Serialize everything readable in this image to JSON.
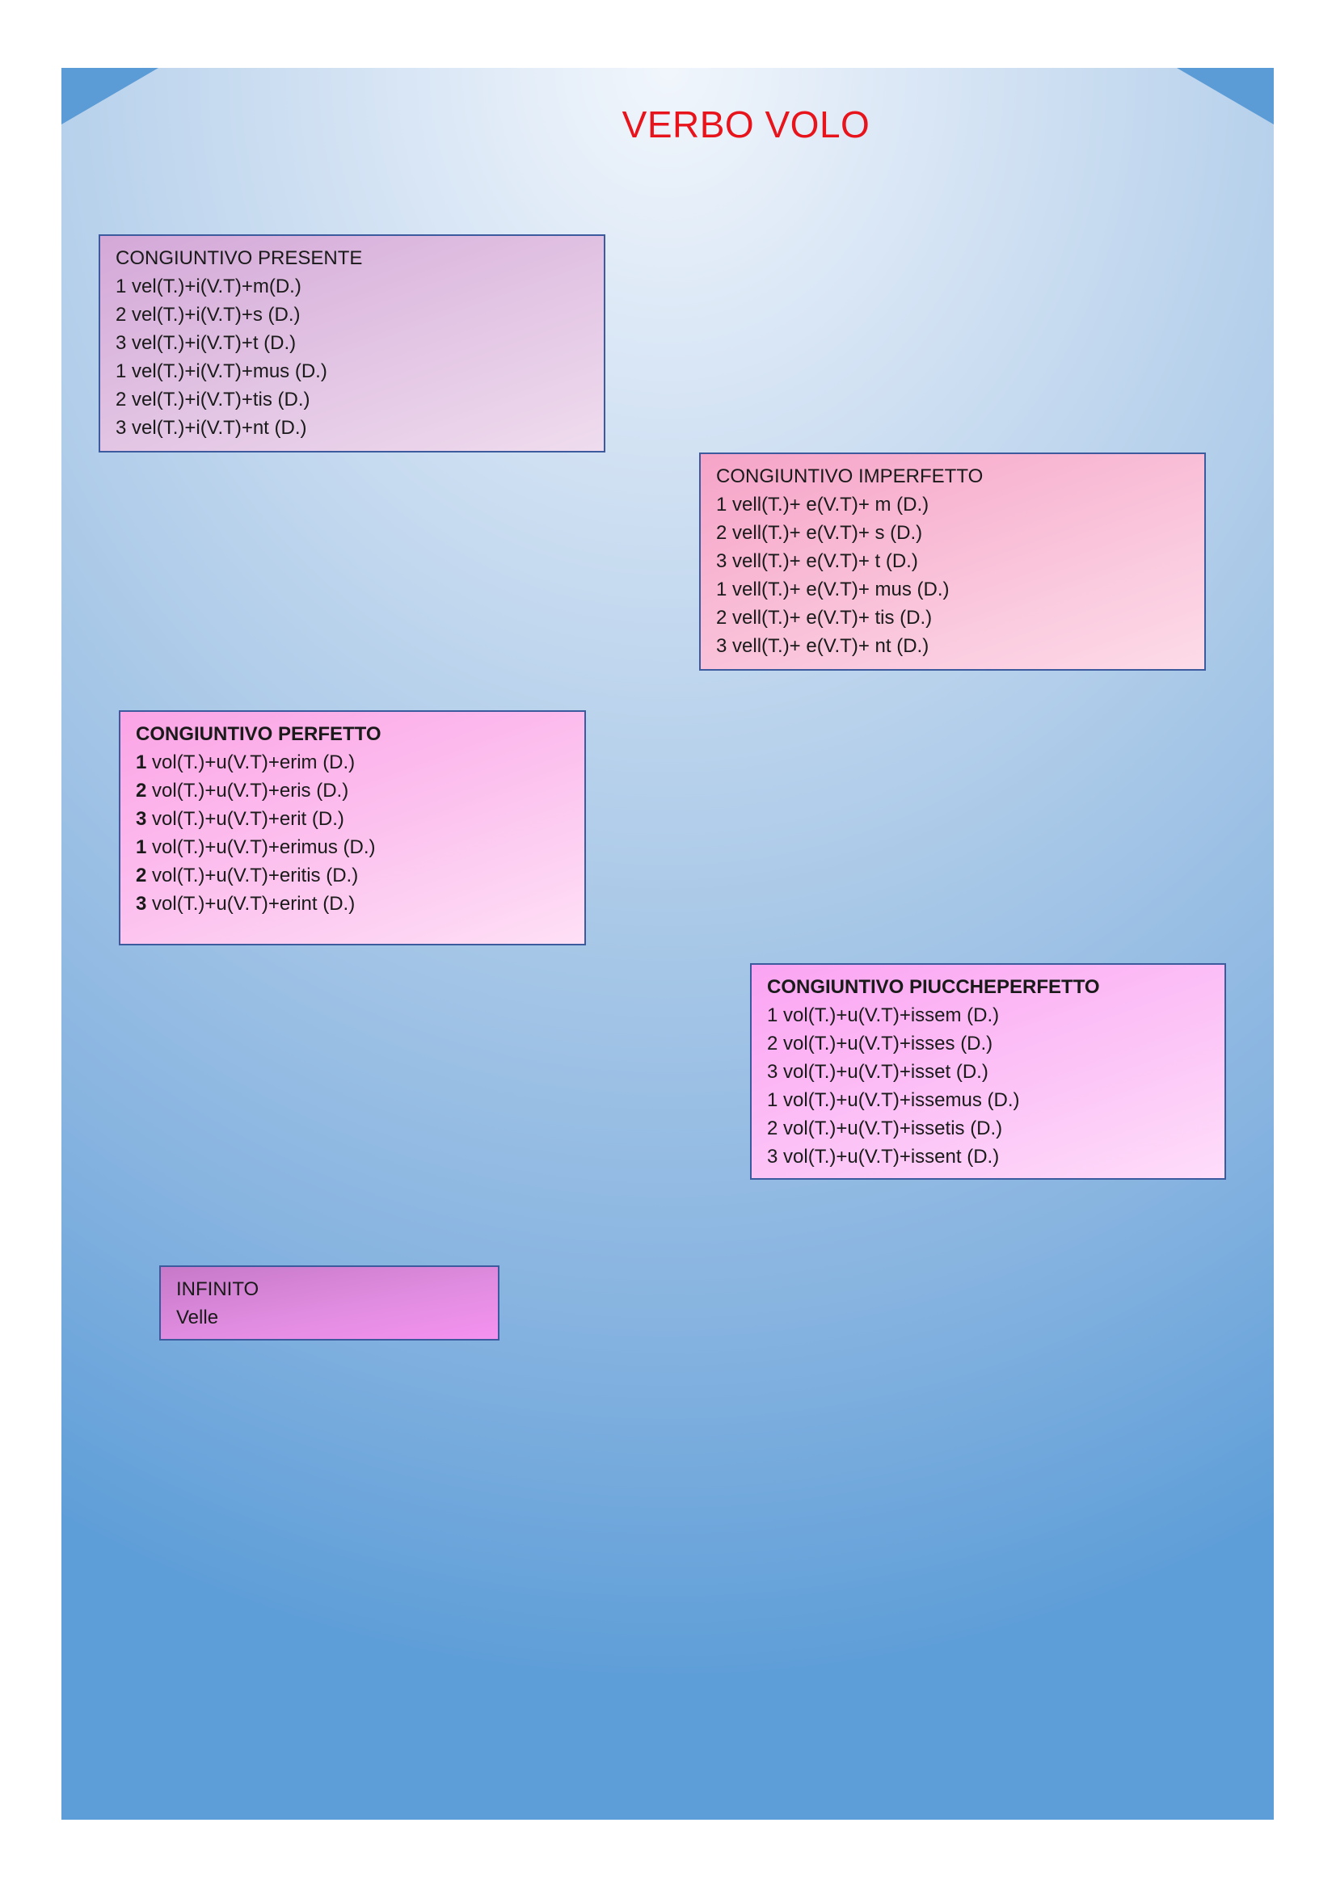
{
  "title": "VERBO VOLO",
  "colors": {
    "title": "#e8141c",
    "border": "#3c5a9e",
    "page_top": "#f1f6fc",
    "page_bottom": "#5e9ed8"
  },
  "boxes": {
    "presente": {
      "heading": "CONGIUNTIVO PRESENTE",
      "lines": [
        "1 vel(T.)+i(V.T)+m(D.)",
        "2 vel(T.)+i(V.T)+s (D.)",
        "3 vel(T.)+i(V.T)+t (D.)",
        "1 vel(T.)+i(V.T)+mus (D.)",
        "2 vel(T.)+i(V.T)+tis (D.)",
        "3 vel(T.)+i(V.T)+nt (D.)"
      ]
    },
    "imperfetto": {
      "heading": "CONGIUNTIVO IMPERFETTO",
      "lines": [
        "1 vell(T.)+ e(V.T)+ m (D.)",
        "2 vell(T.)+ e(V.T)+ s (D.)",
        "3 vell(T.)+ e(V.T)+ t (D.)",
        "1 vell(T.)+ e(V.T)+ mus (D.)",
        "2 vell(T.)+ e(V.T)+ tis (D.)",
        "3 vell(T.)+ e(V.T)+ nt (D.)"
      ]
    },
    "perfetto": {
      "heading": "CONGIUNTIVO PERFETTO",
      "rows": [
        {
          "num": "1",
          "text": " vol(T.)+u(V.T)+erim (D.)"
        },
        {
          "num": "2",
          "text": " vol(T.)+u(V.T)+eris (D.)"
        },
        {
          "num": "3",
          "text": " vol(T.)+u(V.T)+erit (D.)"
        },
        {
          "num": "1",
          "text": " vol(T.)+u(V.T)+erimus (D.)"
        },
        {
          "num": "2",
          "text": " vol(T.)+u(V.T)+eritis (D.)"
        },
        {
          "num": "3",
          "text": " vol(T.)+u(V.T)+erint (D.)"
        }
      ]
    },
    "piuccheperfetto": {
      "heading": "CONGIUNTIVO PIUCCHEPERFETTO",
      "lines": [
        "1 vol(T.)+u(V.T)+issem (D.)",
        "2 vol(T.)+u(V.T)+isses (D.)",
        "3 vol(T.)+u(V.T)+isset (D.)",
        "1 vol(T.)+u(V.T)+issemus (D.)",
        "2 vol(T.)+u(V.T)+issetis (D.)",
        "3 vol(T.)+u(V.T)+issent (D.)"
      ]
    },
    "infinito": {
      "heading": "INFINITO",
      "lines": [
        "Velle"
      ]
    }
  }
}
